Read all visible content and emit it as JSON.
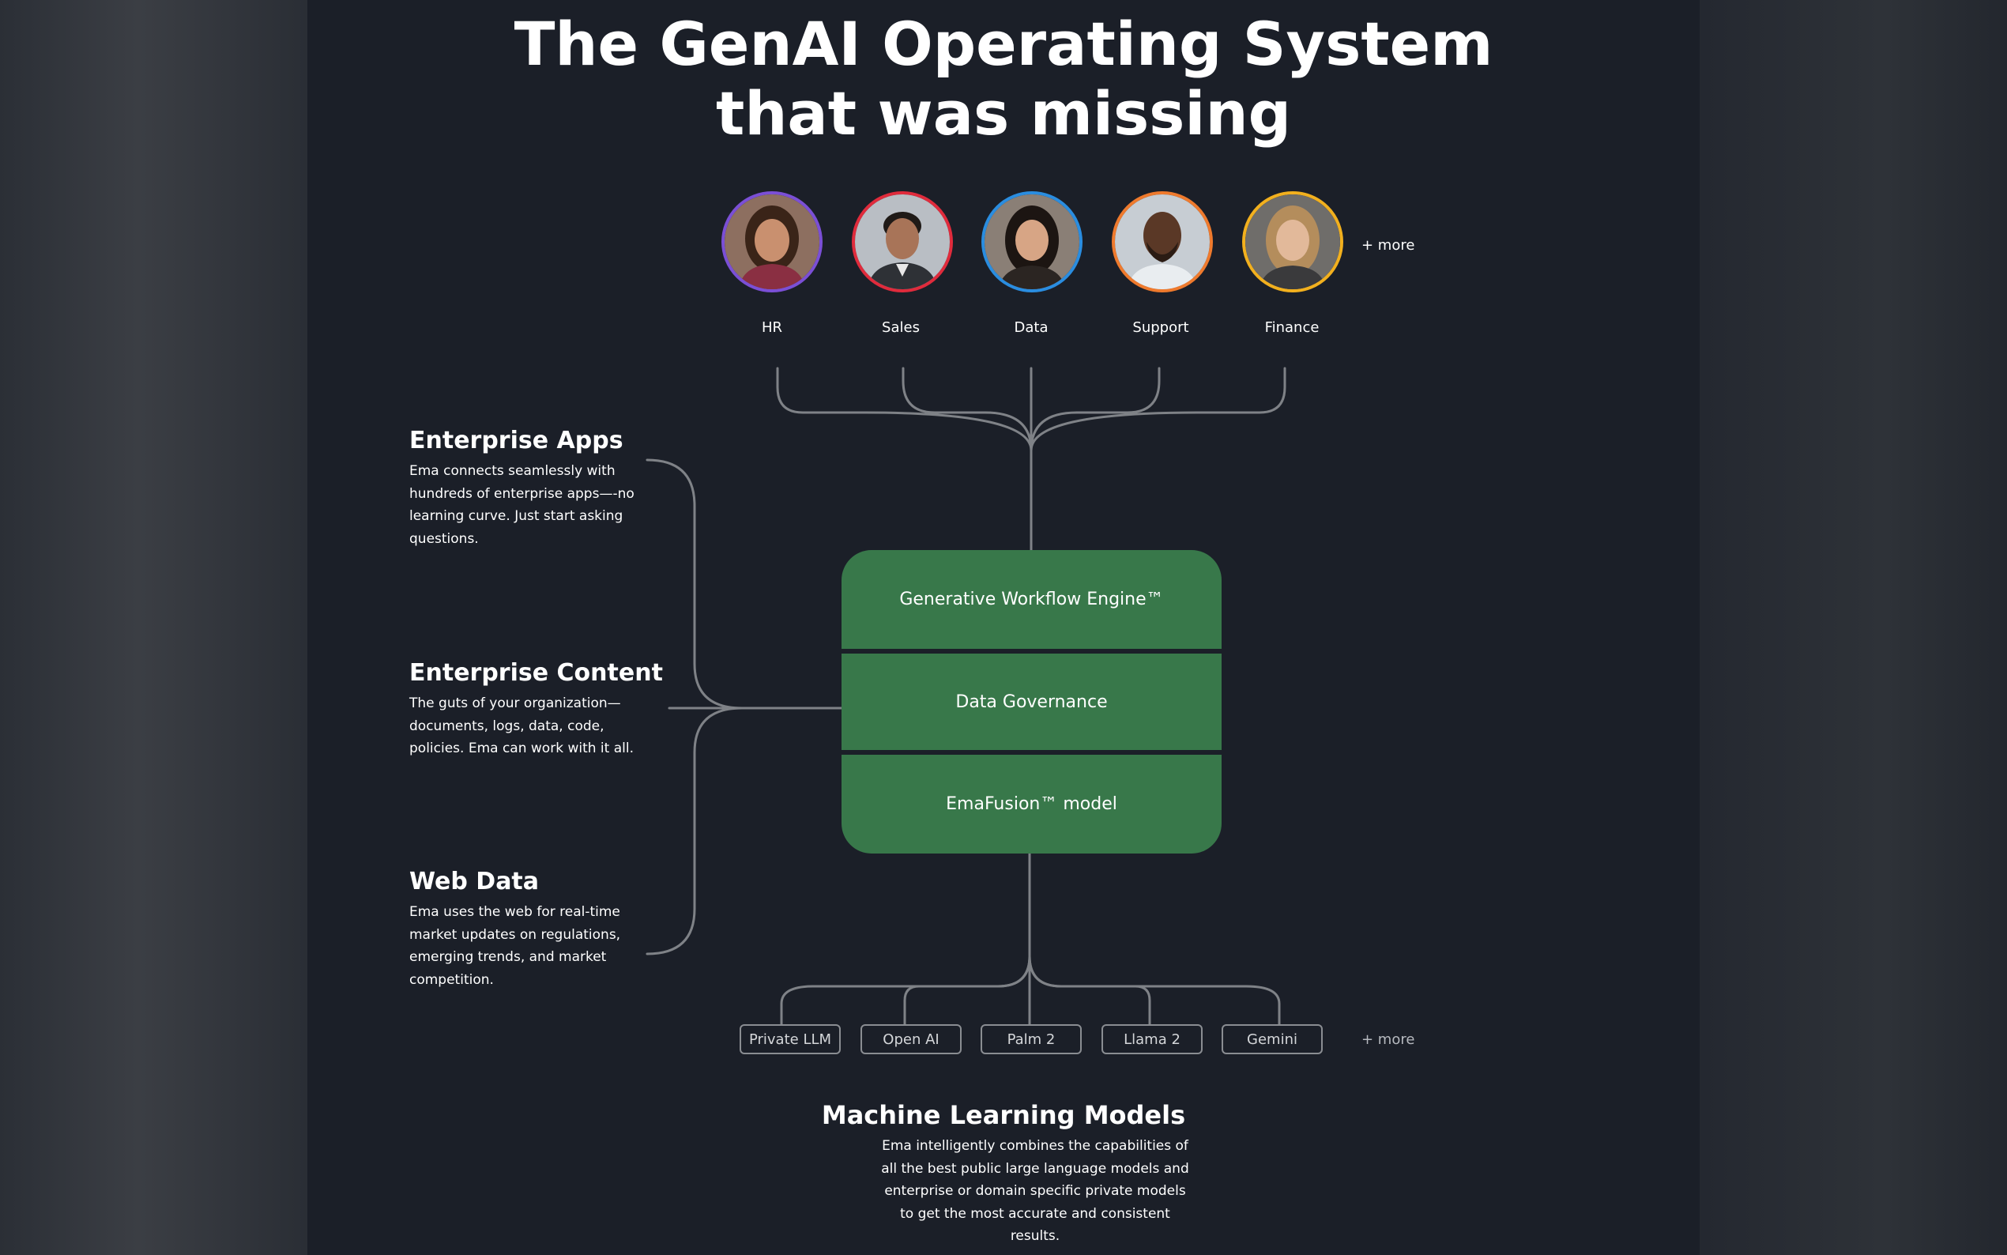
{
  "hero": {
    "title_line1": "The GenAI Operating System",
    "title_line2": "that was missing"
  },
  "agents": {
    "items": [
      {
        "label": "HR",
        "ring": "#7b4fd6"
      },
      {
        "label": "Sales",
        "ring": "#e02b3c"
      },
      {
        "label": "Data",
        "ring": "#2a8de0"
      },
      {
        "label": "Support",
        "ring": "#ef7a2d"
      },
      {
        "label": "Finance",
        "ring": "#f2b01e"
      }
    ],
    "more_label": "+ more"
  },
  "sources": {
    "enterprise_apps": {
      "title": "Enterprise Apps",
      "desc": "Ema connects seamlessly with hundreds of enterprise apps—-no learning curve. Just start asking questions."
    },
    "enterprise_content": {
      "title": "Enterprise Content",
      "desc": "The guts of your organization—documents, logs, data, code, policies. Ema can work with it all."
    },
    "web_data": {
      "title": "Web Data",
      "desc": "Ema uses the web for real-time market updates on regulations, emerging trends, and market competition."
    }
  },
  "engine": {
    "layers": [
      "Generative Workflow Engine™",
      "Data Governance",
      "EmaFusion™ model"
    ],
    "color": "#38784a"
  },
  "models": {
    "items": [
      "Private LLM",
      "Open AI",
      "Palm 2",
      "Llama 2",
      "Gemini"
    ],
    "more_label": "+ more"
  },
  "ml": {
    "title": "Machine Learning Models",
    "desc": "Ema intelligently combines the capabilities of all the best public large language models and enterprise or domain specific private models to get the most accurate and consistent results."
  },
  "icons": {
    "avatars": [
      "person-hr-avatar",
      "person-sales-avatar",
      "person-data-avatar",
      "person-support-avatar",
      "person-finance-avatar"
    ]
  }
}
